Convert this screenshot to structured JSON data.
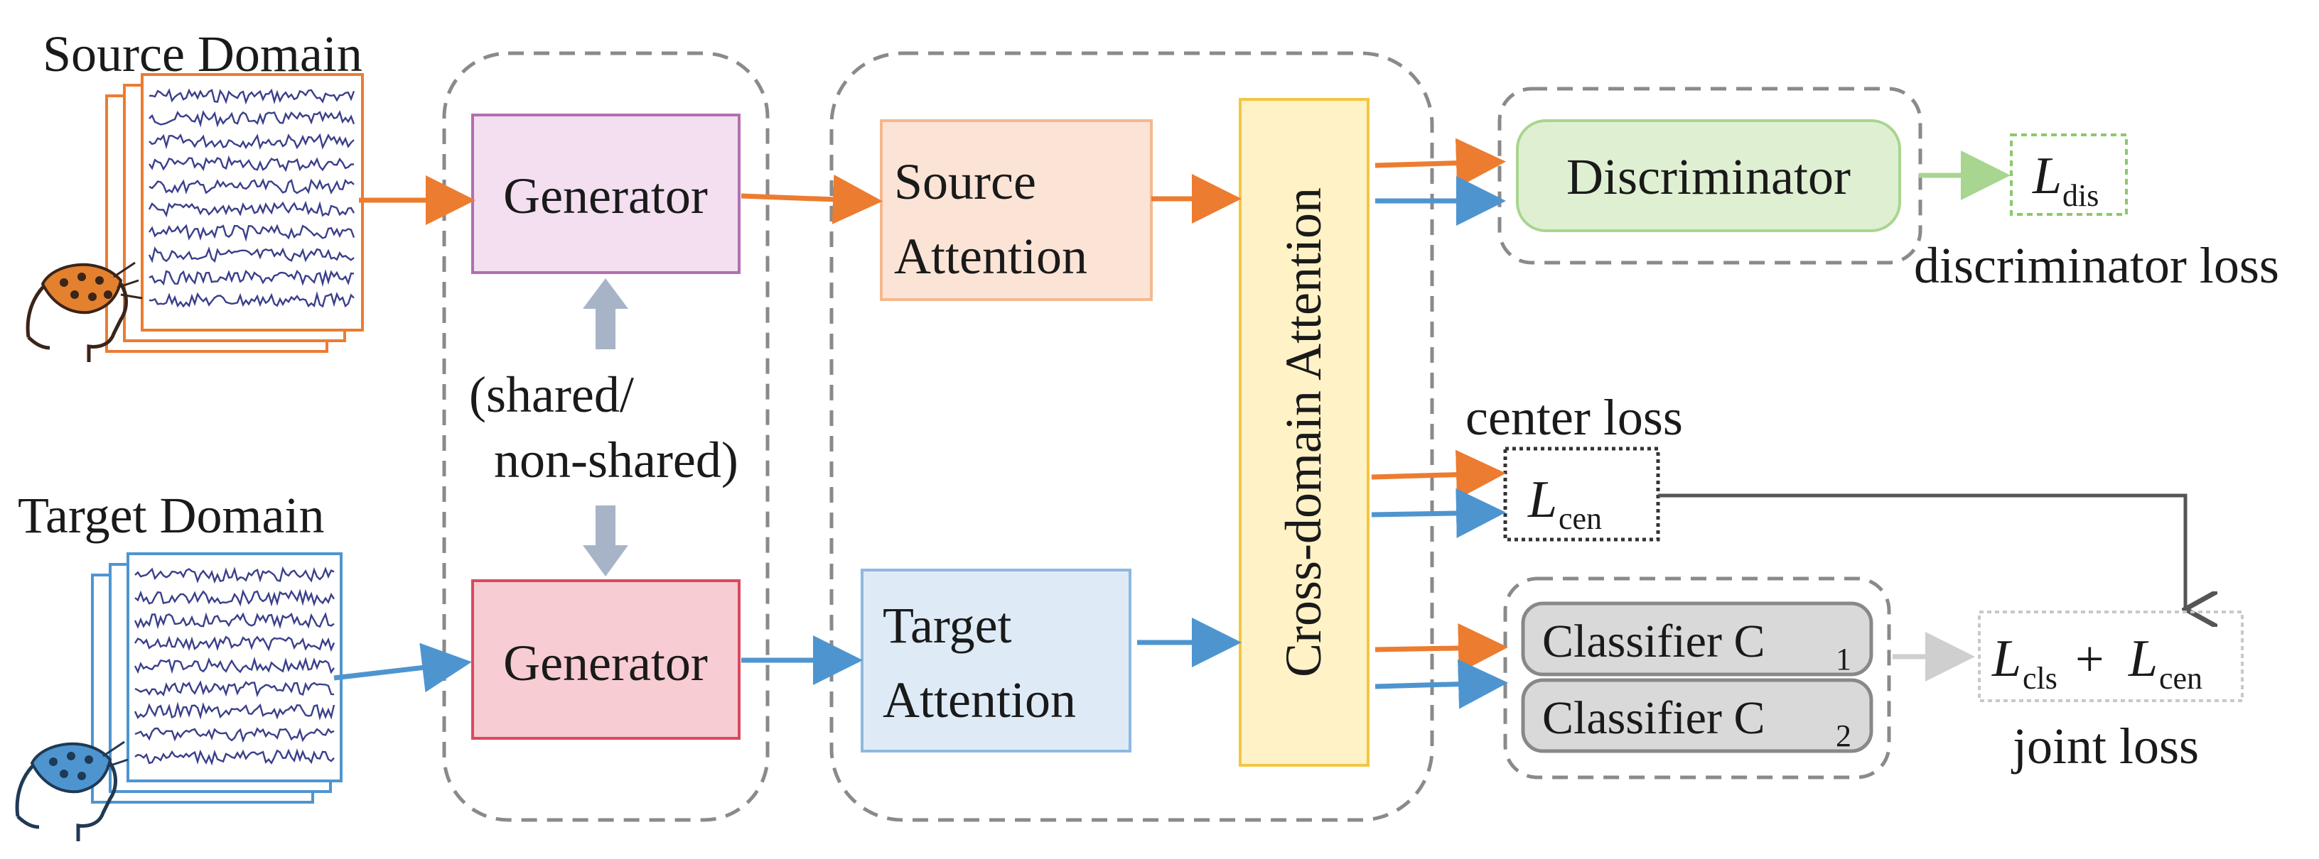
{
  "domains": {
    "source": "Source Domain",
    "target": "Target Domain"
  },
  "generator": {
    "top": "Generator",
    "bottom": "Generator",
    "share_line1": "(shared/",
    "share_line2": "non-shared)"
  },
  "attention": {
    "source_line1": "Source",
    "source_line2": "Attention",
    "target_line1": "Target",
    "target_line2": "Attention",
    "cross": "Cross-domain Attention"
  },
  "discriminator": {
    "label": "Discriminator",
    "loss_symbol": "L",
    "loss_sub": "dis",
    "loss_caption": "discriminator loss"
  },
  "center": {
    "caption": "center loss",
    "symbol": "L",
    "sub": "cen"
  },
  "classifiers": {
    "c1_text": "Classifier C",
    "c1_sub": "1",
    "c2_text": "Classifier C",
    "c2_sub": "2"
  },
  "joint": {
    "cls_symbol": "L",
    "cls_sub": "cls",
    "plus": "+",
    "cen_symbol": "L",
    "cen_sub": "cen",
    "caption": "joint loss"
  },
  "colors": {
    "source_flow": "#ec7c30",
    "target_flow": "#4e95d0",
    "generator_top_fill": "#f3dff0",
    "generator_top_stroke": "#b070b0",
    "generator_bottom_fill": "#f8ccd3",
    "generator_bottom_stroke": "#d84a5e",
    "source_attention_fill": "#fbe4d6",
    "source_attention_stroke": "#f4b890",
    "target_attention_fill": "#deebf7",
    "target_attention_stroke": "#8fb8e0",
    "cross_attention_fill": "#fff2c6",
    "cross_attention_stroke": "#f3c641",
    "discriminator_fill": "#dff0d2",
    "discriminator_stroke": "#a8d58e",
    "discriminator_arrow": "#a8d590",
    "classifier_fill": "#d9d9d9",
    "classifier_stroke": "#888888",
    "shared_arrow": "#a7b4c7",
    "dashed_frame": "#8a8a8a"
  },
  "icons": {
    "source_head": "eeg-head-icon",
    "target_head": "eeg-head-icon",
    "source_stack": "eeg-signal-stack",
    "target_stack": "eeg-signal-stack"
  }
}
